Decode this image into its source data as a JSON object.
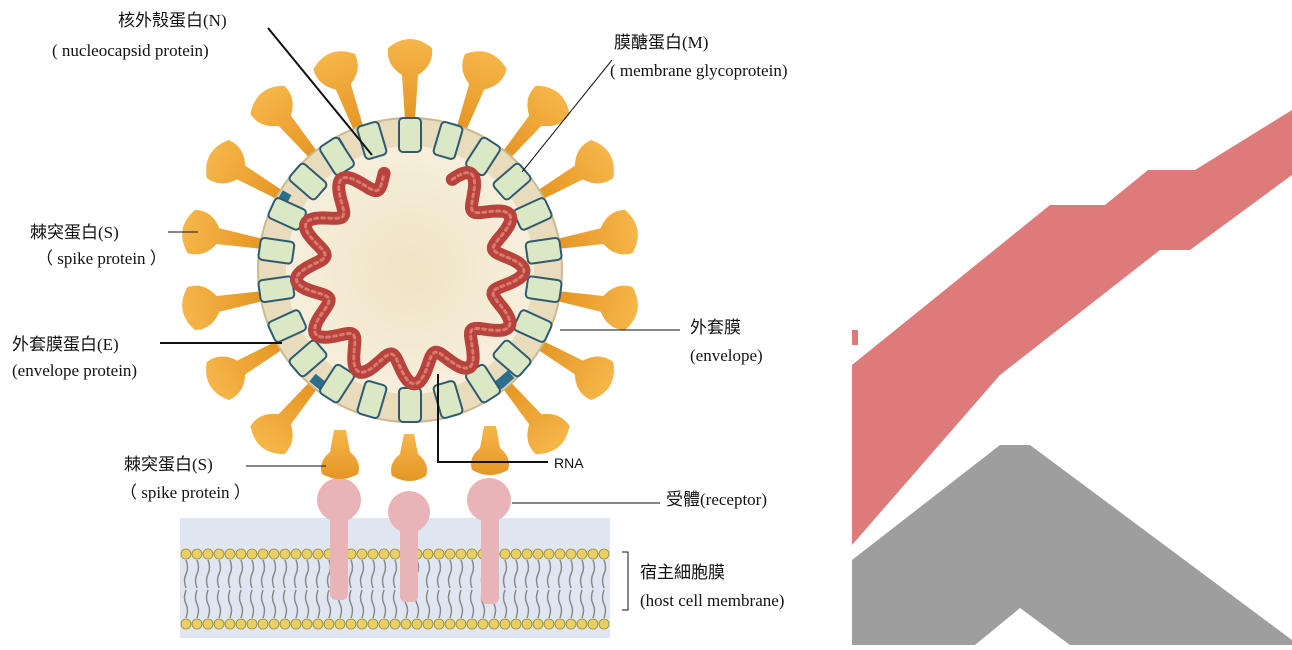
{
  "labels": {
    "nucleocapsid_zh": "核外殼蛋白(N)",
    "nucleocapsid_en": "( nucleocapsid protein)",
    "membrane_zh": "膜醣蛋白(M)",
    "membrane_en": "( membrane glycoprotein)",
    "spike_zh": "棘突蛋白(S)",
    "spike_en": "（ spike protein ）",
    "envelope_protein_zh": "外套膜蛋白(E)",
    "envelope_protein_en": "(envelope protein)",
    "envelope_zh": "外套膜",
    "envelope_en": "(envelope)",
    "rna": "RNA",
    "spike2_zh": "棘突蛋白(S)",
    "spike2_en": "（ spike protein ）",
    "receptor": "受體(receptor)",
    "host_membrane_zh": "宿主細胞膜",
    "host_membrane_en": "(host cell membrane)"
  },
  "colors": {
    "spike": "#f2a93b",
    "spike_dark": "#e08a1e",
    "envelope": "#e8dcc0",
    "m_protein": "#dbe8c6",
    "m_outline": "#2f5a72",
    "e_protein": "#2c6f8f",
    "rna": "#b8423c",
    "receptor": "#e8b4b8",
    "membrane_band": "#dfe6f2",
    "lipid_head": "#e8d066",
    "logo_red": "#dd7b7b",
    "logo_gray": "#9e9e9e"
  }
}
